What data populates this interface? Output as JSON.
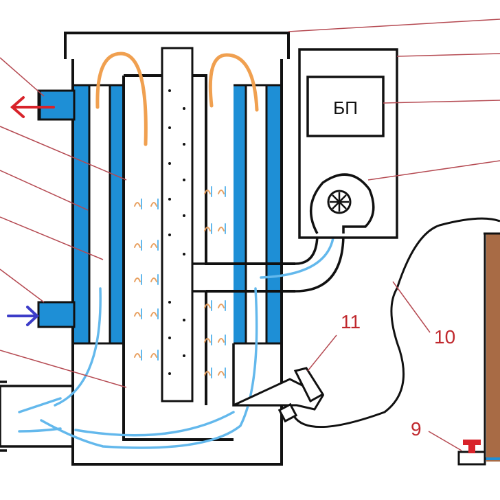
{
  "labels": {
    "power_supply": "БП",
    "n9": "9",
    "n10": "10",
    "n11": "11"
  },
  "colors": {
    "water": "#1e8fd6",
    "water_light": "#63b8ec",
    "flame": "#f0a050",
    "hot_arrow": "#d8232a",
    "cold_arrow": "#3c3cc8",
    "leader": "#b54a52",
    "number": "#c0282d",
    "tank": "#a86b45",
    "valve": "#d8232a"
  }
}
